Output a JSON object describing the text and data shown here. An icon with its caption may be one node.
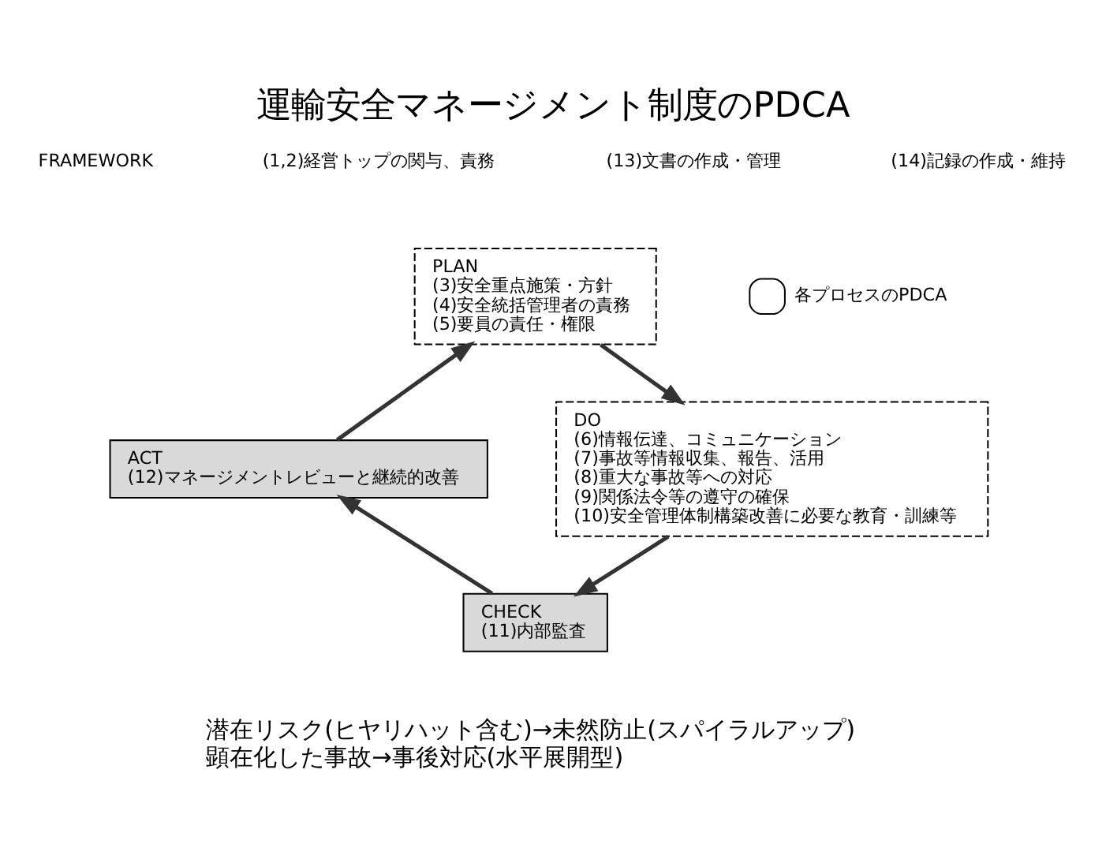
{
  "diagram": {
    "title": "運輸安全マネージメント制度のPDCA",
    "nodes": [
      {
        "text": [
          "PLAN",
          "(3)安全重点施策・方針",
          "(4)安全統括管理者の責務",
          "(5)要員の責任・権限"
        ]
      },
      {
        "text": [
          "DO",
          "(6)情報伝達、コミュニケーション",
          "(7)事故等情報収集、報告、活用",
          "(8)重大な事故等への対応",
          "(9)関係法令等の遵守の確保",
          "(10)安全管理体制構築改善に必要な教育・訓練等"
        ]
      },
      {
        "text": [
          "CHECK",
          "(11)内部監査"
        ]
      },
      {
        "text": [
          "ACT",
          "(12)マネージメントレビューと継続的改善"
        ]
      }
    ],
    "edges": [
      {
        "from": 0,
        "to": 1,
        "arrow": "to"
      },
      {
        "from": 1,
        "to": 2,
        "arrow": "to"
      },
      {
        "from": 2,
        "to": 3,
        "arrow": "to"
      },
      {
        "from": 3,
        "to": 0,
        "arrow": "to"
      }
    ],
    "labels": [
      "FRAMEWORK",
      "(1,2)経営トップの関与、責務",
      "(13)文書の作成・管理",
      "(14)記録の作成・維持",
      "潜在リスク(ヒヤリハット含む)→未然防止(スパイラルアップ)",
      "顕在化した事故→事後対応(水平展開型)"
    ],
    "legend": [
      {
        "text": "各プロセスのPDCA"
      }
    ]
  }
}
